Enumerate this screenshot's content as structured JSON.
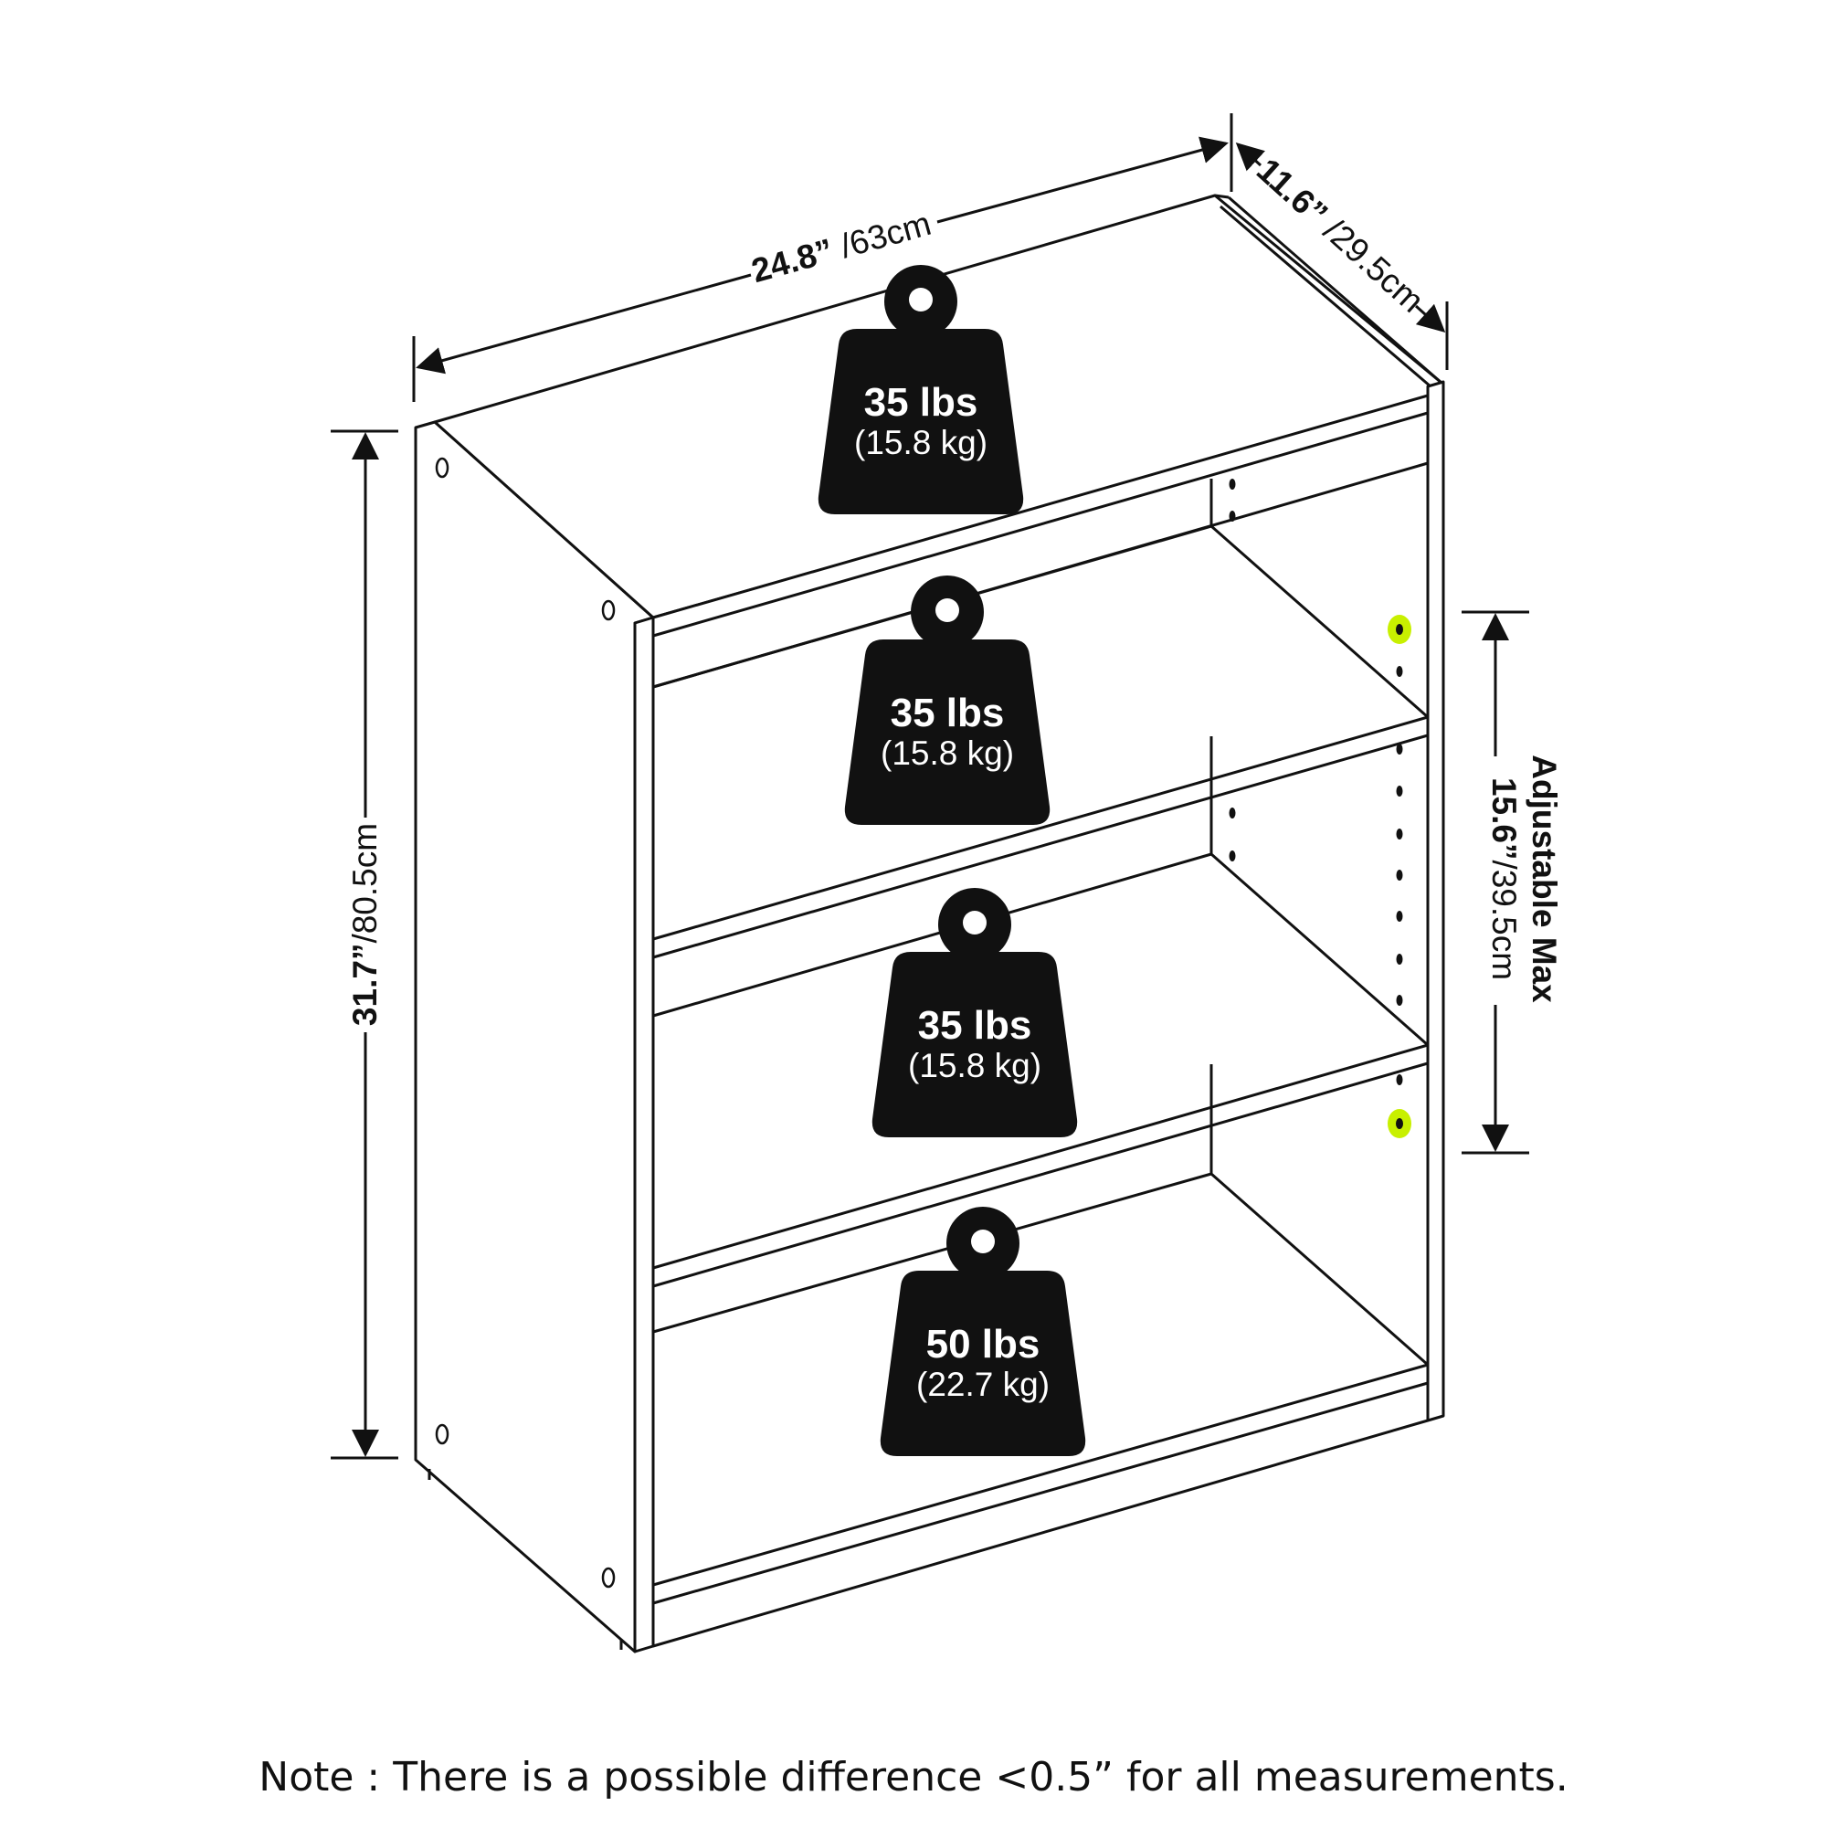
{
  "colors": {
    "ink": "#111111",
    "background": "#ffffff",
    "highlight_pin": "#c8f000"
  },
  "dimensions": {
    "width": {
      "imperial": "24.8”",
      "metric": "63cm"
    },
    "depth": {
      "imperial": "11.6”",
      "metric": "29.5cm"
    },
    "height": {
      "imperial": "31.7”",
      "metric": "80.5cm"
    },
    "adjustable": {
      "label": "Adjustable Max",
      "imperial": "15.6”",
      "metric": "39.5cm"
    }
  },
  "weights": [
    {
      "lbs": "35 lbs",
      "kg": "(15.8 kg)"
    },
    {
      "lbs": "35 lbs",
      "kg": "(15.8 kg)"
    },
    {
      "lbs": "35 lbs",
      "kg": "(15.8 kg)"
    },
    {
      "lbs": "50 lbs",
      "kg": "(22.7 kg)"
    }
  ],
  "icons": [
    "weight-icon",
    "arrow-icon",
    "shelf-pin-icon"
  ],
  "note": "Note : There is a possible difference <0.5” for all measurements."
}
